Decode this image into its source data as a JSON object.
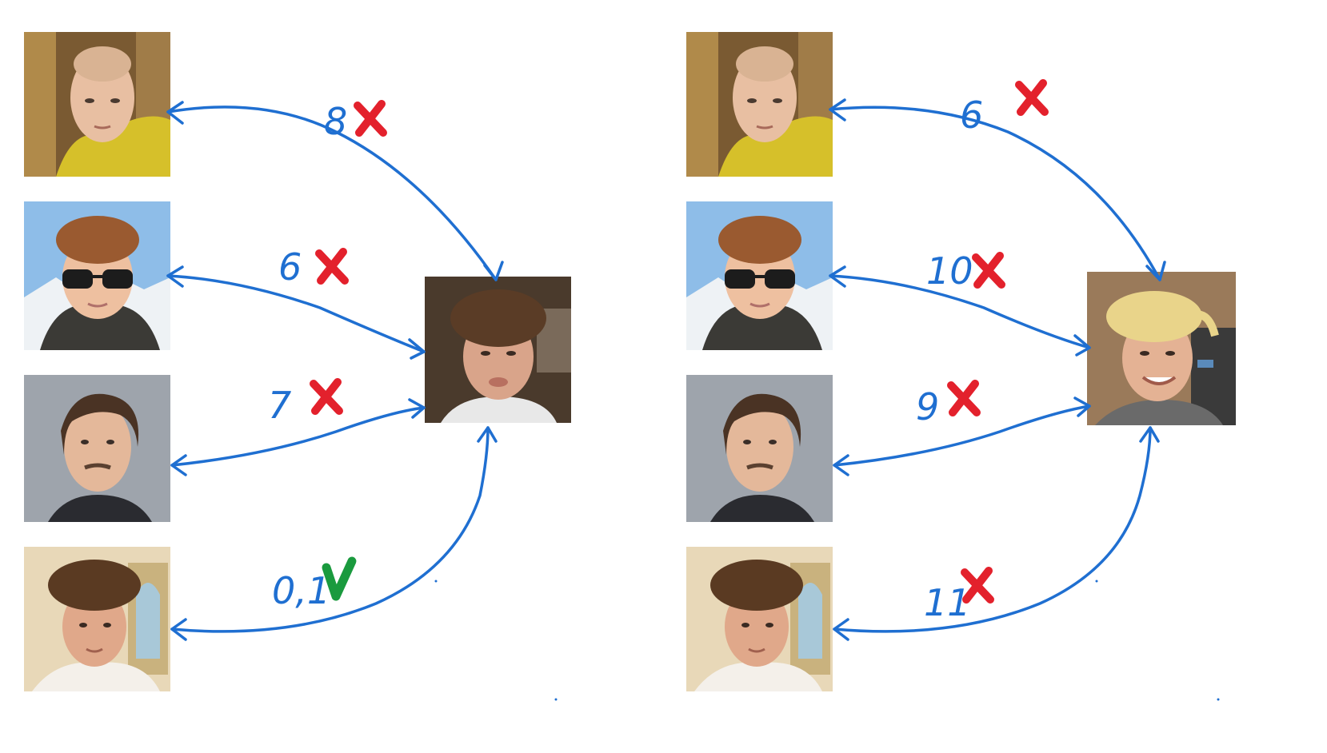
{
  "colors": {
    "arrow": "#1f6fd1",
    "label": "#1f6fd1",
    "mismatch_mark": "#e3212c",
    "match_mark": "#1a9a3e"
  },
  "panels": [
    {
      "query_face": "query-face-brown-curly",
      "pairs": [
        {
          "gallery_face": "face-shaved-head-yellow-hoodie",
          "distance": "8",
          "result": "cross-icon"
        },
        {
          "gallery_face": "face-sunglasses-mountains",
          "distance": "6",
          "result": "cross-icon"
        },
        {
          "gallery_face": "face-mustache-grey-bg",
          "distance": "7",
          "result": "cross-icon"
        },
        {
          "gallery_face": "face-curly-hair-church",
          "distance": "0,1",
          "result": "check-icon"
        }
      ]
    },
    {
      "query_face": "query-face-blond-smiling",
      "pairs": [
        {
          "gallery_face": "face-shaved-head-yellow-hoodie",
          "distance": "6",
          "result": "cross-icon"
        },
        {
          "gallery_face": "face-sunglasses-mountains",
          "distance": "10",
          "result": "cross-icon"
        },
        {
          "gallery_face": "face-mustache-grey-bg",
          "distance": "9",
          "result": "cross-icon"
        },
        {
          "gallery_face": "face-curly-hair-church",
          "distance": "11",
          "result": "cross-icon"
        }
      ]
    }
  ]
}
